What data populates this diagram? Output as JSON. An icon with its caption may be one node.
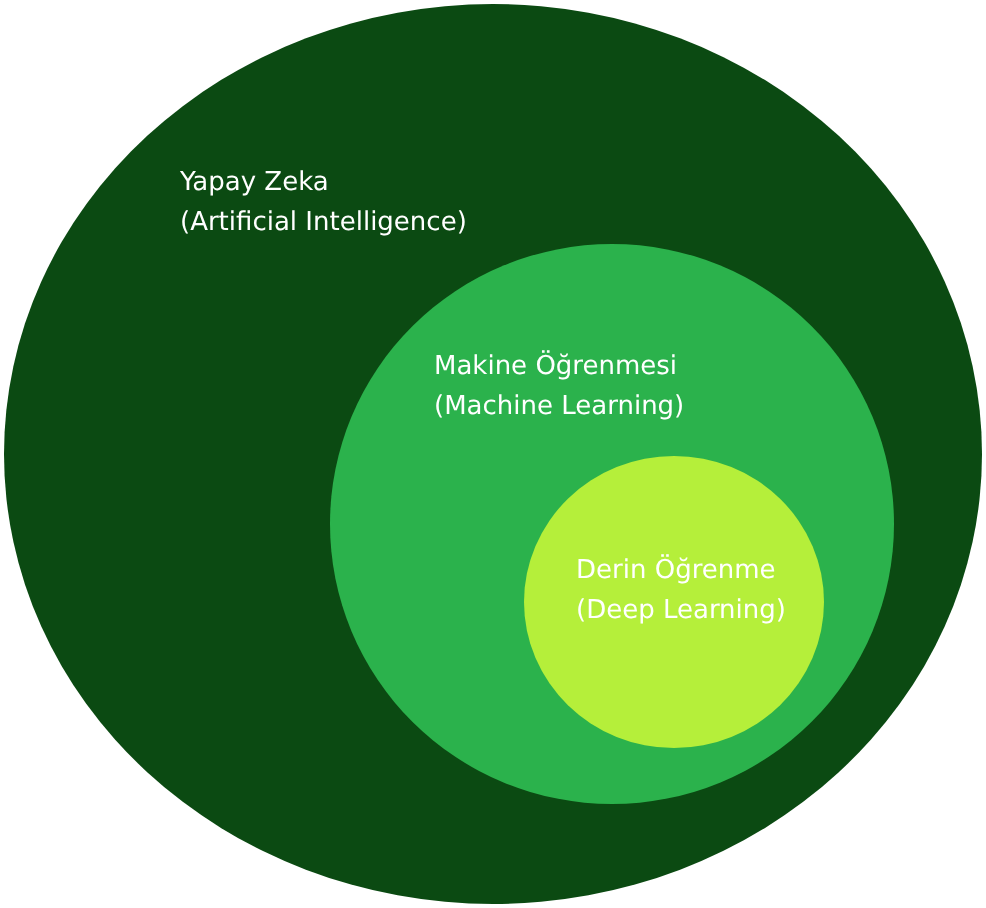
{
  "diagram": {
    "nodes": [
      {
        "text": [
          "Yapay Zeka",
          "(Artificial Intelligence)"
        ]
      },
      {
        "text": [
          "Makine Öğrenmesi",
          "(Machine Learning)"
        ],
        "in": 0
      },
      {
        "text": [
          "Derin Öğrenme",
          "(Deep Learning)"
        ],
        "in": 1
      }
    ]
  }
}
